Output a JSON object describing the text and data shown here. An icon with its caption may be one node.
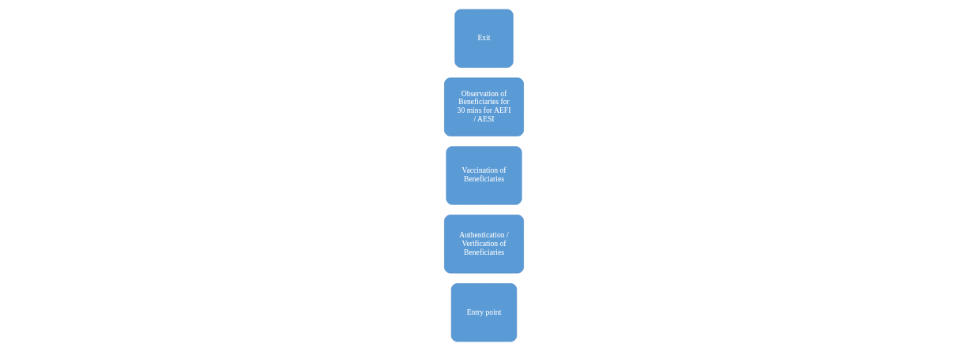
{
  "diagram": {
    "nodes": [
      {
        "text": [
          "Entry point"
        ]
      },
      {
        "text": [
          "Authentication / Verification of Beneficiaries"
        ]
      },
      {
        "text": [
          "Vaccination of Beneficiaries"
        ]
      },
      {
        "text": [
          "Observation of Beneficiaries for 30 mins for AEFI  / AESI"
        ]
      },
      {
        "text": [
          "Exit"
        ]
      }
    ]
  }
}
